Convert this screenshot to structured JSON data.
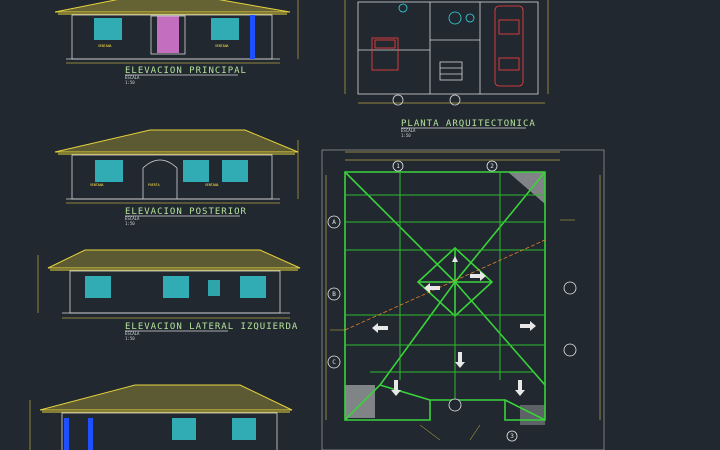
{
  "drawings": {
    "elevacion_principal": {
      "title": "ELEVACION PRINCIPAL",
      "scale_label": "ESCALA",
      "scale_value": "1:50"
    },
    "elevacion_posterior": {
      "title": "ELEVACION POSTERIOR",
      "scale_label": "ESCALA",
      "scale_value": "1:50"
    },
    "elevacion_lateral_izquierda": {
      "title": "ELEVACION LATERAL IZQUIERDA",
      "scale_label": "ESCALA",
      "scale_value": "1:50"
    },
    "planta_arquitectonica": {
      "title": "PLANTA ARQUITECTONICA",
      "scale_label": "ESCALA",
      "scale_value": "1:50"
    },
    "planta_techos": {
      "title": ""
    }
  },
  "grid_labels": {
    "letters": [
      "A",
      "B",
      "C"
    ],
    "numbers": [
      "1",
      "2",
      "3"
    ]
  },
  "colors": {
    "background": "#212830",
    "roof": "#e6d23c",
    "wall": "#d9d9d9",
    "window": "#38d8e0",
    "door": "#e07ad8",
    "structure": "#3ad33a",
    "car": "#ff4040",
    "text": "#b6e39a"
  }
}
